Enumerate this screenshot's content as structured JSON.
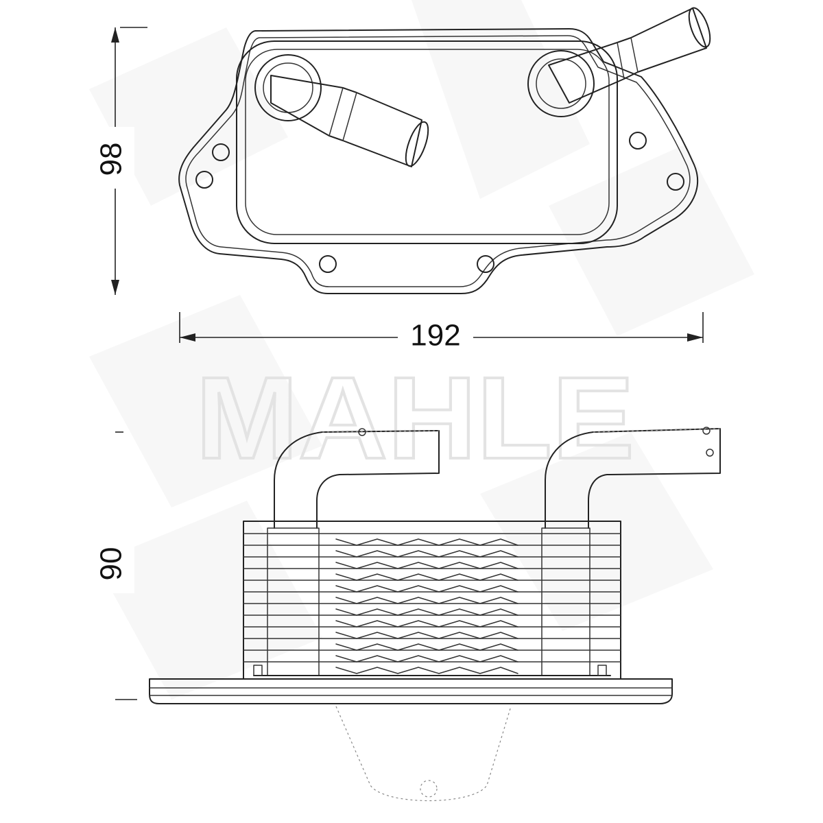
{
  "dimensions": {
    "top_view_height": "98",
    "overall_width": "192",
    "side_view_height": "90"
  },
  "watermark": {
    "text": "MAHLE"
  },
  "colors": {
    "line": "#222222",
    "watermark": "#e3e3e3",
    "background": "#ffffff"
  }
}
